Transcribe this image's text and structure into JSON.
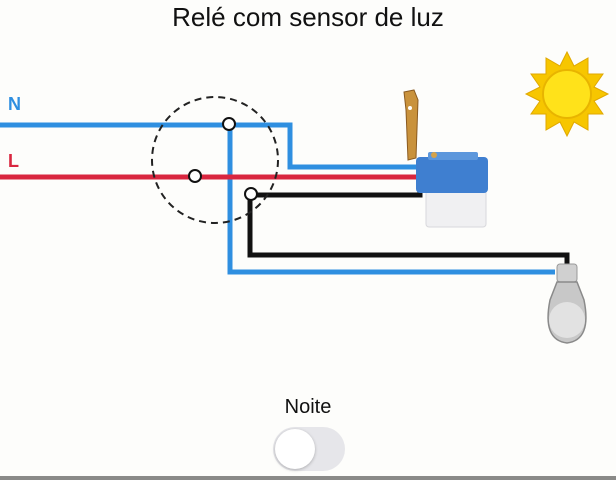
{
  "header": {
    "title": "Relé com sensor de luz"
  },
  "diagram": {
    "labels": {
      "neutral": "N",
      "line": "L"
    },
    "colors": {
      "neutral_wire": "#2f8fe0",
      "line_wire": "#d9263f",
      "switched_wire": "#111111",
      "sun": "#f7c600",
      "sensor_body": "#3f7fd0"
    },
    "components": [
      "junction-box",
      "photocell-sensor",
      "sun",
      "light-bulb"
    ]
  },
  "mode": {
    "label": "Noite",
    "toggle_on": false
  }
}
